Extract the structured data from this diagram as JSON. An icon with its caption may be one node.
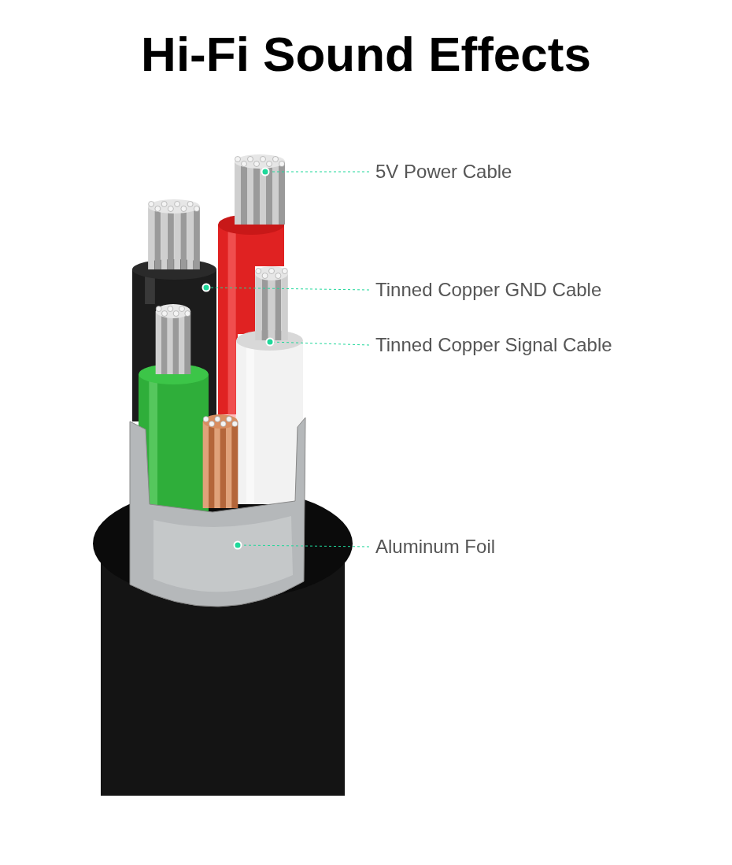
{
  "diagram": {
    "title": "Hi-Fi Sound Effects",
    "nodes": [
      {
        "text": [
          "5V Power Cable"
        ]
      },
      {
        "text": [
          "Tinned Copper GND Cable"
        ]
      },
      {
        "text": [
          "Tinned Copper Signal Cable"
        ]
      },
      {
        "text": [
          "Aluminum Foil"
        ]
      },
      {
        "text": [],
        "shape": "picture"
      },
      {
        "text": [],
        "shape": "picture"
      },
      {
        "text": [],
        "shape": "picture"
      },
      {
        "text": [],
        "shape": "picture"
      }
    ],
    "edges": [
      {
        "from": 0,
        "to": 4,
        "arrow": "other",
        "style": "dashed"
      },
      {
        "from": 1,
        "to": 5,
        "arrow": "other",
        "style": "dashed"
      },
      {
        "from": 2,
        "to": 6,
        "arrow": "other",
        "style": "dashed"
      },
      {
        "from": 3,
        "to": 7,
        "arrow": "other",
        "style": "dashed"
      }
    ]
  }
}
